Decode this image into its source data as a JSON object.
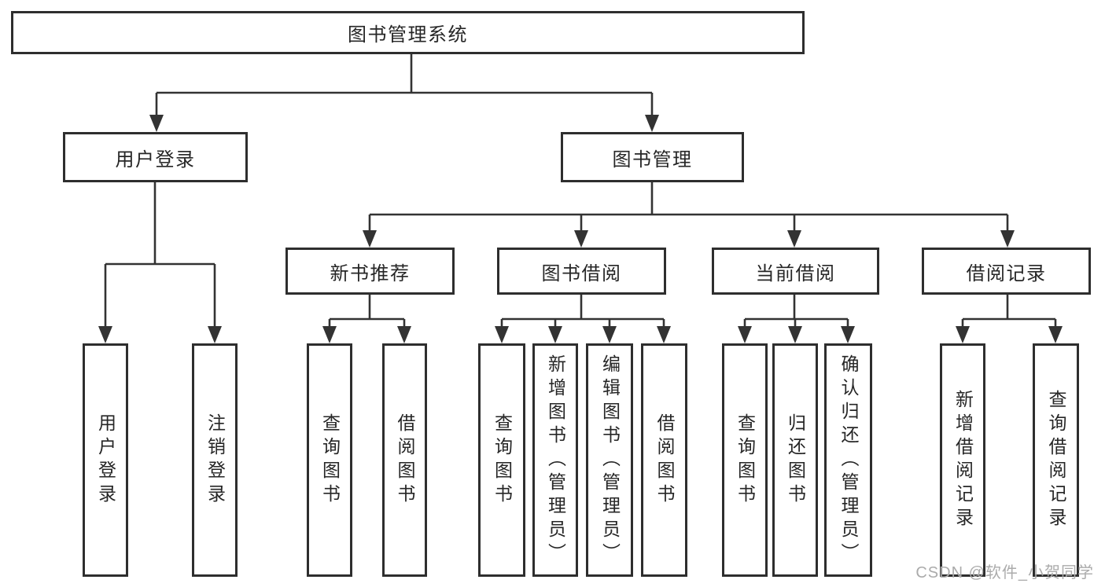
{
  "watermark": "CSDN @软件_小贺同学",
  "colors": {
    "line": "#333333",
    "box_border": "#2e2e2e",
    "box_background": "#ffffff",
    "text": "#262626",
    "watermark": "#ababab"
  },
  "tree": {
    "root": {
      "label": "图书管理系统"
    },
    "branches": [
      {
        "label": "用户登录",
        "children": [
          {
            "label": "用户登录"
          },
          {
            "label": "注销登录"
          }
        ]
      },
      {
        "label": "图书管理",
        "children": [
          {
            "label": "新书推荐",
            "children": [
              {
                "label": "查询图书"
              },
              {
                "label": "借阅图书"
              }
            ]
          },
          {
            "label": "图书借阅",
            "children": [
              {
                "label": "查询图书"
              },
              {
                "label": "新增图书（管理员）"
              },
              {
                "label": "编辑图书（管理员）"
              },
              {
                "label": "借阅图书"
              }
            ]
          },
          {
            "label": "当前借阅",
            "children": [
              {
                "label": "查询图书"
              },
              {
                "label": "归还图书"
              },
              {
                "label": "确认归还（管理员）"
              }
            ]
          },
          {
            "label": "借阅记录",
            "children": [
              {
                "label": "新增借阅记录"
              },
              {
                "label": "查询借阅记录"
              }
            ]
          }
        ]
      }
    ]
  }
}
